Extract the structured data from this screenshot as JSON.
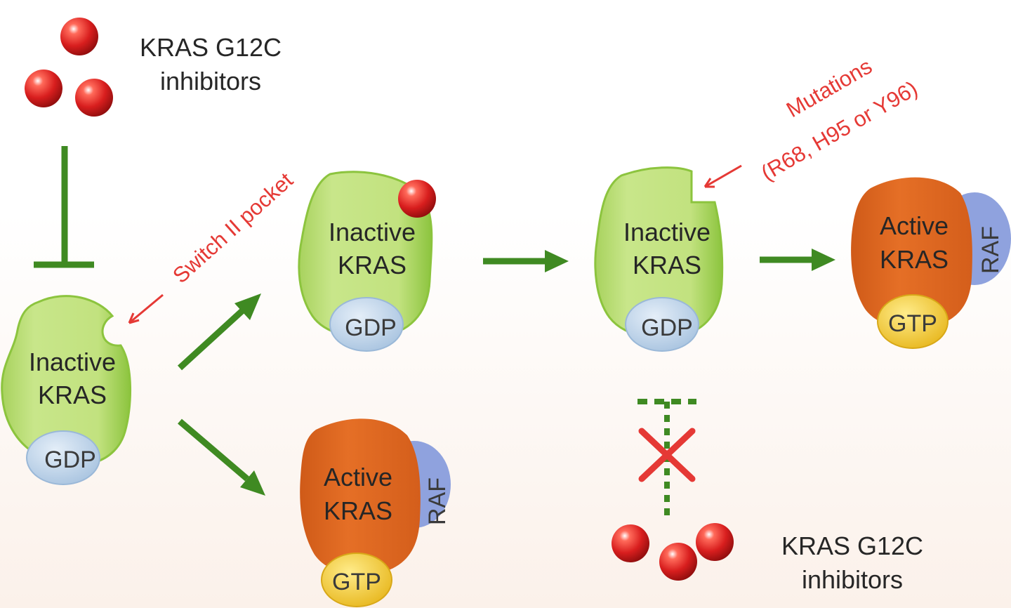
{
  "colors": {
    "inactive_fill": "#bfe07a",
    "inactive_edge": "#8cc43e",
    "active_fill": "#e06a22",
    "raf_fill": "#8fa2de",
    "gdp_fill": "#c8dcef",
    "gtp_fill": "#f6d24c",
    "arrow_green": "#3f8a22",
    "annotation_red": "#e53935",
    "inhibitor_red": "#d42020",
    "background_top": "#ffffff",
    "background_bottom": "#fbf1ea"
  },
  "labels": {
    "inhibitors_top": {
      "line1": "KRAS G12C",
      "line2": "inhibitors"
    },
    "inhibitors_bottom": {
      "line1": "KRAS G12C",
      "line2": "inhibitors"
    },
    "switch_pocket": "Switch II pocket",
    "mutations": {
      "line1": "Mutations",
      "line2": "(R68, H95 or Y96)"
    }
  },
  "nodes": {
    "kras_left": {
      "line1": "Inactive",
      "line2": "KRAS",
      "nucleotide": "GDP"
    },
    "kras_bound": {
      "line1": "Inactive",
      "line2": "KRAS",
      "nucleotide": "GDP"
    },
    "kras_mutant": {
      "line1": "Inactive",
      "line2": "KRAS",
      "nucleotide": "GDP"
    },
    "kras_active_bottom": {
      "line1": "Active",
      "line2": "KRAS",
      "nucleotide": "GTP",
      "effector": "RAF"
    },
    "kras_active_right": {
      "line1": "Active",
      "line2": "KRAS",
      "nucleotide": "GTP",
      "effector": "RAF"
    }
  },
  "icons": [
    "inhibitor-ball-icon",
    "inhibition-bar-icon",
    "blocked-x-icon",
    "arrow-icon"
  ]
}
